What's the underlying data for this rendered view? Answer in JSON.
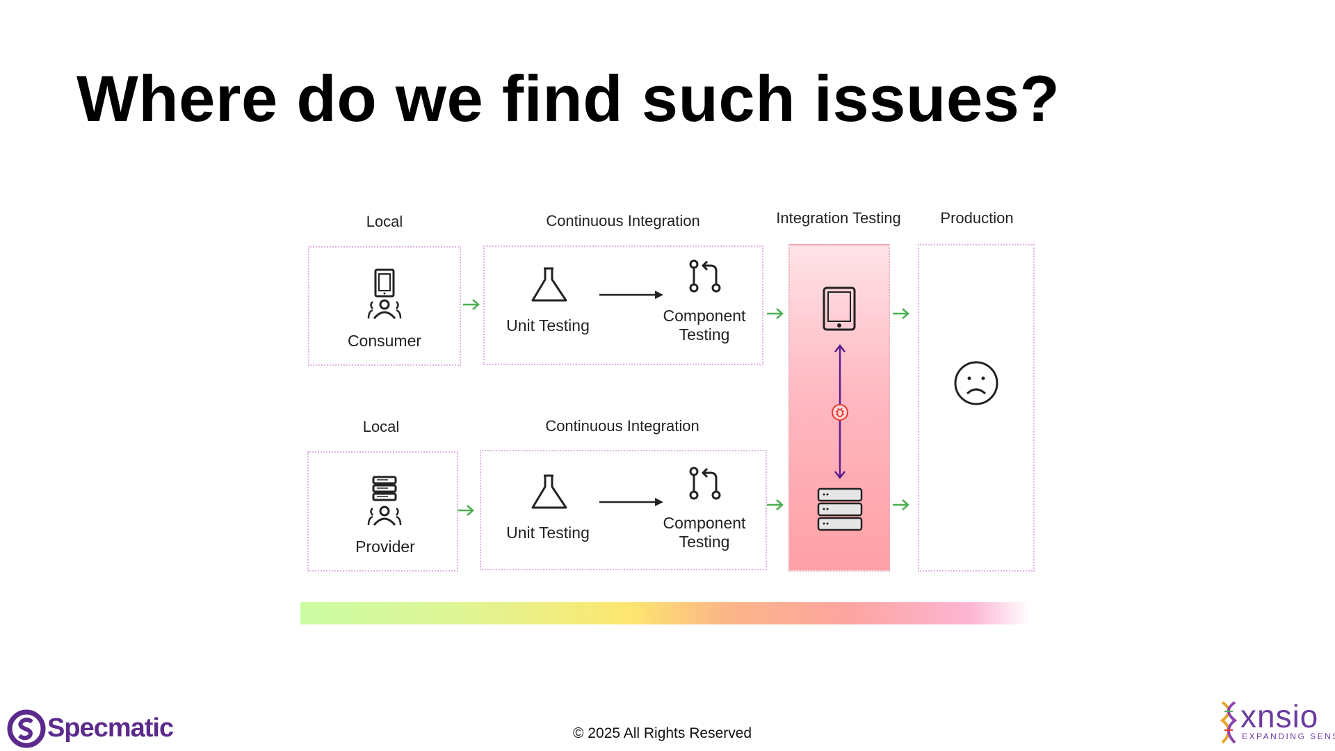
{
  "slide": {
    "title": "Where do we find such issues?"
  },
  "diagram": {
    "top_row": {
      "local_label": "Local",
      "ci_label": "Continuous Integration",
      "consumer_label": "Consumer",
      "unit_testing_label": "Unit Testing",
      "component_testing_label": "Component\nTesting"
    },
    "bottom_row": {
      "local_label": "Local",
      "ci_label": "Continuous Integration",
      "provider_label": "Provider",
      "unit_testing_label": "Unit Testing",
      "component_testing_label": "Component\nTesting"
    },
    "integration_testing_label": "Integration Testing",
    "production_label": "Production",
    "colors": {
      "arrow_green": "#4caf50",
      "box_border": "#e2b3e6",
      "bug_red": "#e53935",
      "link_purple": "#5b1a8c"
    }
  },
  "footer": {
    "copyright": "© 2025 All Rights Reserved",
    "left_logo": "Specmatic",
    "right_logo": "xnsio",
    "right_logo_tagline": "EXPANDING SENSE"
  }
}
